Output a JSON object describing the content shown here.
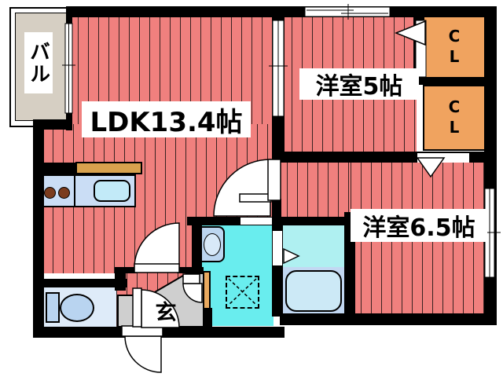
{
  "plan": {
    "type": "floor-plan",
    "labels": {
      "balcony": "バル",
      "ldk": "LDK13.4帖",
      "western_room_5": "洋室5帖",
      "western_room_65": "洋室6.5帖",
      "closet1": "CL",
      "closet2": "CL",
      "entrance": "玄"
    },
    "rooms": [
      {
        "name": "LDK",
        "size_jo": "13.4帖",
        "floor": "wood-pink"
      },
      {
        "name": "洋室",
        "size_jo": "5帖",
        "floor": "wood-pink"
      },
      {
        "name": "洋室",
        "size_jo": "6.5帖",
        "floor": "wood-pink"
      },
      {
        "name": "バルコニー",
        "floor": "beige"
      },
      {
        "name": "玄関",
        "floor": "gray"
      },
      {
        "name": "洗面室",
        "floor": "cyan"
      },
      {
        "name": "浴室",
        "fixtures": [
          "bathtub"
        ]
      },
      {
        "name": "トイレ",
        "fixtures": [
          "toilet"
        ]
      },
      {
        "name": "キッチン",
        "fixtures": [
          "counter",
          "burners",
          "sink"
        ]
      }
    ],
    "colors": {
      "wall": "#000000",
      "floor_pink": "#F0807E",
      "balcony_beige": "#D6CFC3",
      "closet_orange": "#F0A35F",
      "washroom_cyan": "#69EDEE",
      "bathroom_cyan": "#AFF0F1",
      "bath_floor_blue": "#C2D8F2",
      "tub_blue": "#CCE9F6",
      "kitchen_blue": "#CADDF5",
      "sink_blue": "#C2EAF8",
      "toilet_room_blue": "#DEEBF9",
      "fixture_blue": "#B9D4F0",
      "entrance_gray": "#CFCFCF",
      "burner_brown": "#7B3C1E",
      "counter_tan": "#D8A24E",
      "label_bg": "#FFFFFF"
    }
  }
}
